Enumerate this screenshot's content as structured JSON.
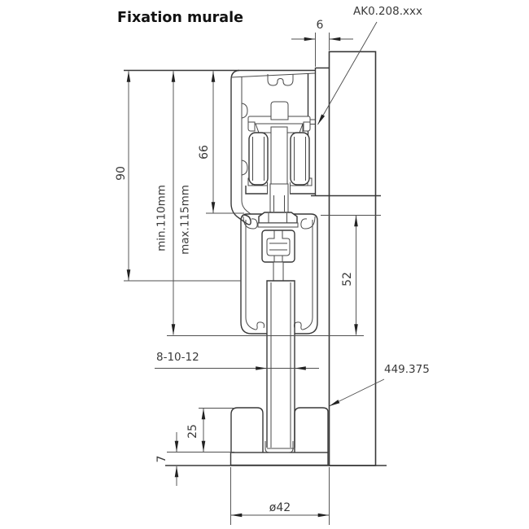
{
  "header": {
    "title": "Fixation murale"
  },
  "annotations": {
    "part_number": "AK0.208.xxx",
    "reference_number": "449.375"
  },
  "dimensions": {
    "wall_offset": "6",
    "track_height": "90",
    "min_total_height": "min.110mm",
    "max_total_height": "max.115mm",
    "carrier_zone_height": "66",
    "bottom_profile_height": "52",
    "panel_thickness_options": "8-10-12",
    "floor_guide_height": "25",
    "base_plate_thickness": "7",
    "base_plate_diameter": "ø42"
  },
  "colors": {
    "background": "#ffffff",
    "drawing_line": "#383838",
    "dimension_line": "#4f4f4f",
    "text": "#3a3a3a",
    "title_text": "#111111"
  }
}
